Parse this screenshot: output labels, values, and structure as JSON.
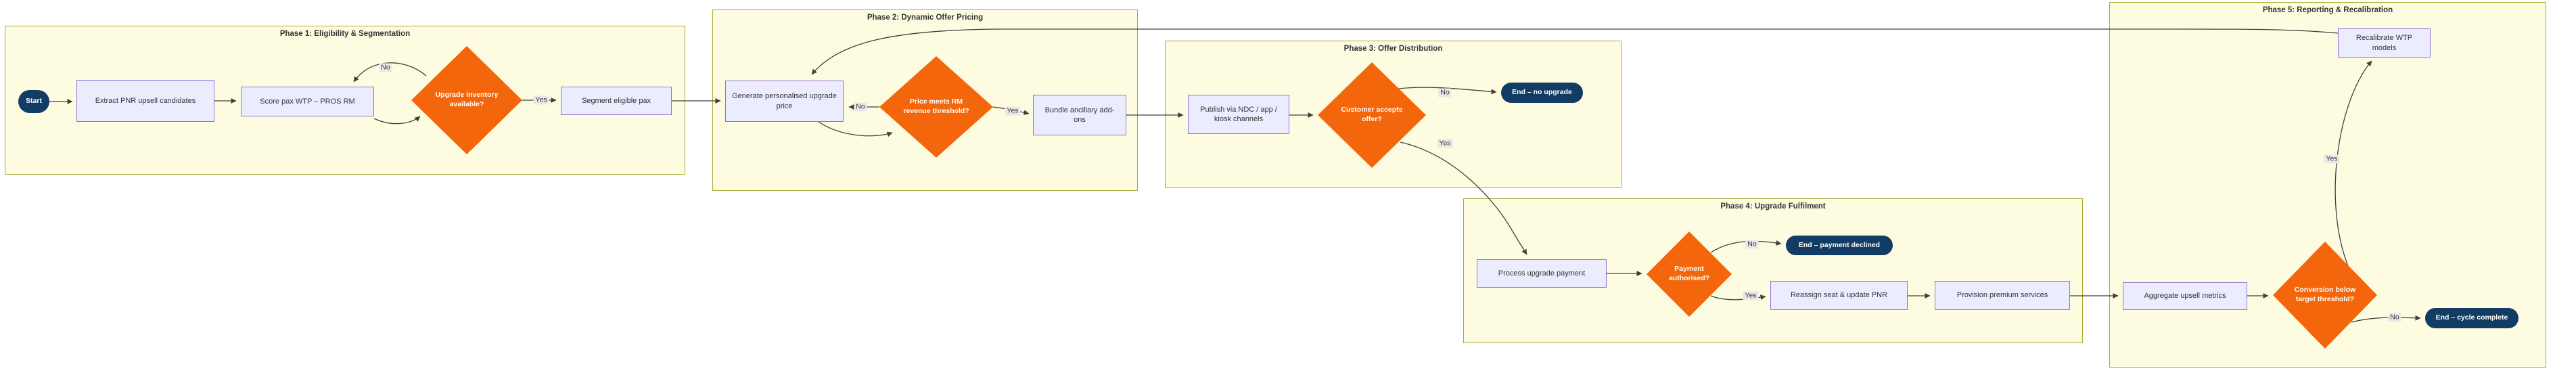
{
  "diagram": {
    "type": "flowchart-left-to-right",
    "phases": {
      "p1": {
        "title": "Phase 1: Eligibility & Segmentation"
      },
      "p2": {
        "title": "Phase 2: Dynamic Offer Pricing"
      },
      "p3": {
        "title": "Phase 3: Offer Distribution"
      },
      "p4": {
        "title": "Phase 4: Upgrade Fulfilment"
      },
      "p5": {
        "title": "Phase 5: Reporting & Recalibration"
      }
    },
    "nodes": {
      "start": {
        "label": "Start",
        "shape": "stadium"
      },
      "extract": {
        "label": "Extract PNR upsell candidates",
        "shape": "process"
      },
      "score": {
        "label": "Score pax WTP – PROS RM",
        "shape": "process"
      },
      "d1": {
        "label": "Upgrade inventory available?",
        "shape": "decision"
      },
      "segment": {
        "label": "Segment eligible pax",
        "shape": "process"
      },
      "generate": {
        "label": "Generate personalised upgrade price",
        "shape": "process"
      },
      "d2": {
        "label": "Price meets RM revenue threshold?",
        "shape": "decision"
      },
      "bundle": {
        "label": "Bundle ancillary add-ons",
        "shape": "process"
      },
      "publish": {
        "label": "Publish via NDC / app / kiosk channels",
        "shape": "process"
      },
      "d3": {
        "label": "Customer accepts offer?",
        "shape": "decision"
      },
      "end_no_upgrade": {
        "label": "End – no upgrade",
        "shape": "stadium"
      },
      "process": {
        "label": "Process upgrade payment",
        "shape": "process"
      },
      "d4": {
        "label": "Payment authorised?",
        "shape": "decision"
      },
      "end_payment_declined": {
        "label": "End – payment declined",
        "shape": "stadium"
      },
      "reassign": {
        "label": "Reassign seat & update PNR",
        "shape": "process"
      },
      "provision": {
        "label": "Provision premium services",
        "shape": "process"
      },
      "aggregate": {
        "label": "Aggregate upsell metrics",
        "shape": "process"
      },
      "d5": {
        "label": "Conversion below target threshold?",
        "shape": "decision"
      },
      "end_cycle": {
        "label": "End – cycle complete",
        "shape": "stadium"
      },
      "recalibrate": {
        "label": "Recalibrate WTP models",
        "shape": "process"
      }
    },
    "edges": [
      {
        "from": "start",
        "to": "extract",
        "label": ""
      },
      {
        "from": "extract",
        "to": "score",
        "label": ""
      },
      {
        "from": "score",
        "to": "d1",
        "label": ""
      },
      {
        "from": "d1",
        "to": "score",
        "label": "No"
      },
      {
        "from": "d1",
        "to": "segment",
        "label": "Yes"
      },
      {
        "from": "segment",
        "to": "generate",
        "label": ""
      },
      {
        "from": "generate",
        "to": "d2",
        "label": ""
      },
      {
        "from": "d2",
        "to": "generate",
        "label": "No"
      },
      {
        "from": "d2",
        "to": "bundle",
        "label": "Yes"
      },
      {
        "from": "bundle",
        "to": "publish",
        "label": ""
      },
      {
        "from": "publish",
        "to": "d3",
        "label": ""
      },
      {
        "from": "d3",
        "to": "end_no_upgrade",
        "label": "No"
      },
      {
        "from": "d3",
        "to": "process",
        "label": "Yes"
      },
      {
        "from": "process",
        "to": "d4",
        "label": ""
      },
      {
        "from": "d4",
        "to": "end_payment_declined",
        "label": "No"
      },
      {
        "from": "d4",
        "to": "reassign",
        "label": "Yes"
      },
      {
        "from": "reassign",
        "to": "provision",
        "label": ""
      },
      {
        "from": "provision",
        "to": "aggregate",
        "label": ""
      },
      {
        "from": "aggregate",
        "to": "d5",
        "label": ""
      },
      {
        "from": "d5",
        "to": "recalibrate",
        "label": "Yes"
      },
      {
        "from": "d5",
        "to": "end_cycle",
        "label": "No"
      },
      {
        "from": "recalibrate",
        "to": "generate",
        "label": ""
      }
    ]
  },
  "colors": {
    "container-fill": "#fdfce1",
    "container-border": "#aaaa33",
    "process-fill": "#ececff",
    "process-border": "#9370db",
    "decision-fill": "#f4660b",
    "terminal-fill": "#123c64",
    "edge-stroke": "#3f3f3f",
    "edge-label-bg": "#e8e8e8",
    "text-dark": "#333333",
    "text-light": "#ffffff"
  }
}
